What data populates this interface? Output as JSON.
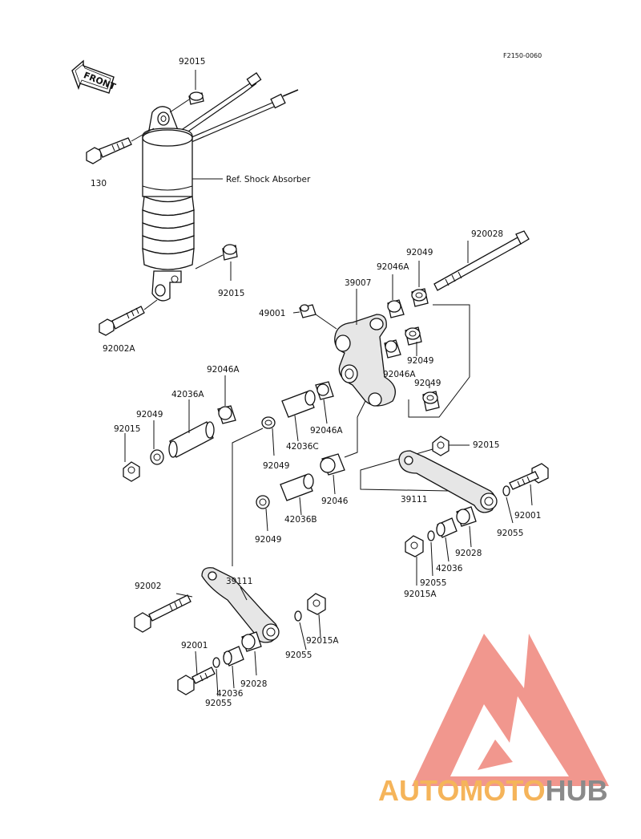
{
  "header": {
    "figure_code": "F2150-0060",
    "front_label": "FRONT"
  },
  "shock_reference": "Ref. Shock Absorber",
  "parts": [
    "92015",
    "130",
    "92015",
    "92002A",
    "920028",
    "92049",
    "92046A",
    "39007",
    "49001",
    "92049",
    "92046A",
    "92049",
    "92046A",
    "42036A",
    "92049",
    "92015",
    "42036C",
    "92046A",
    "92049",
    "92046",
    "42036B",
    "92049",
    "92015",
    "39111",
    "92001",
    "92055",
    "92028",
    "42036",
    "92055",
    "92015A",
    "92002",
    "39111",
    "92001",
    "92055",
    "42036",
    "92028",
    "92055",
    "92015A"
  ],
  "watermark": {
    "brand_part1": "AUTOMOTO",
    "brand_part2": "HUB",
    "color_primary": "#f08c82",
    "color_secondary": "#f5b45a",
    "color_tertiary": "#8a8a8a"
  }
}
